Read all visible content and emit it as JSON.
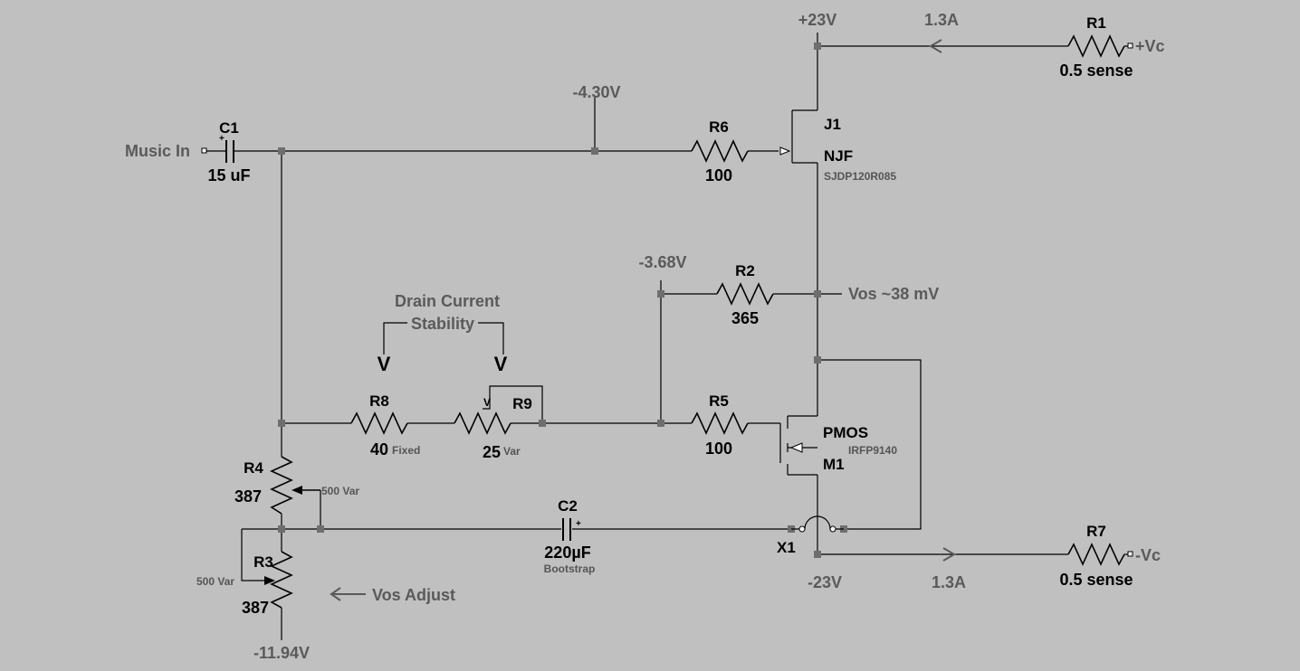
{
  "components": {
    "r1": {
      "name": "R1",
      "value": "0.5 sense"
    },
    "r7": {
      "name": "R7",
      "value": "0.5 sense"
    },
    "r6": {
      "name": "R6",
      "value": "100"
    },
    "r2": {
      "name": "R2",
      "value": "365"
    },
    "r5": {
      "name": "R5",
      "value": "100"
    },
    "r8": {
      "name": "R8",
      "value": "40",
      "note": "Fixed"
    },
    "r9": {
      "name": "R9",
      "value": "25",
      "note": "Var",
      "wiper": "V"
    },
    "r4": {
      "name": "R4",
      "value": "387",
      "note": "500 Var"
    },
    "r3": {
      "name": "R3",
      "value": "387",
      "note": "500 Var"
    },
    "c1": {
      "name": "C1",
      "value": "15 uF",
      "plus": "+"
    },
    "c2": {
      "name": "C2",
      "value": "220µF",
      "note": "Bootstrap",
      "plus": "+"
    },
    "j1": {
      "name": "J1",
      "type": "NJF",
      "part": "SJDP120R085"
    },
    "m1": {
      "name": "M1",
      "type": "PMOS",
      "part": "IRFP9140"
    },
    "x1": {
      "name": "X1"
    }
  },
  "labels": {
    "supply_pos": "+23V",
    "supply_neg": "-23V",
    "vc_pos": "+Vc",
    "vc_neg": "-Vc",
    "current_top": "1.3A",
    "current_bottom": "1.3A",
    "v_gate_j1": "-4.30V",
    "v_r2_node": "-3.68V",
    "vos": "Vos ~38 mV",
    "v_bottom": "-11.94V",
    "music_in": "Music In",
    "drain_title_line1": "Drain Current",
    "drain_title_line2": "Stability",
    "drain_arrow_left": "V",
    "drain_arrow_right": "V",
    "vos_adjust": "Vos Adjust"
  }
}
